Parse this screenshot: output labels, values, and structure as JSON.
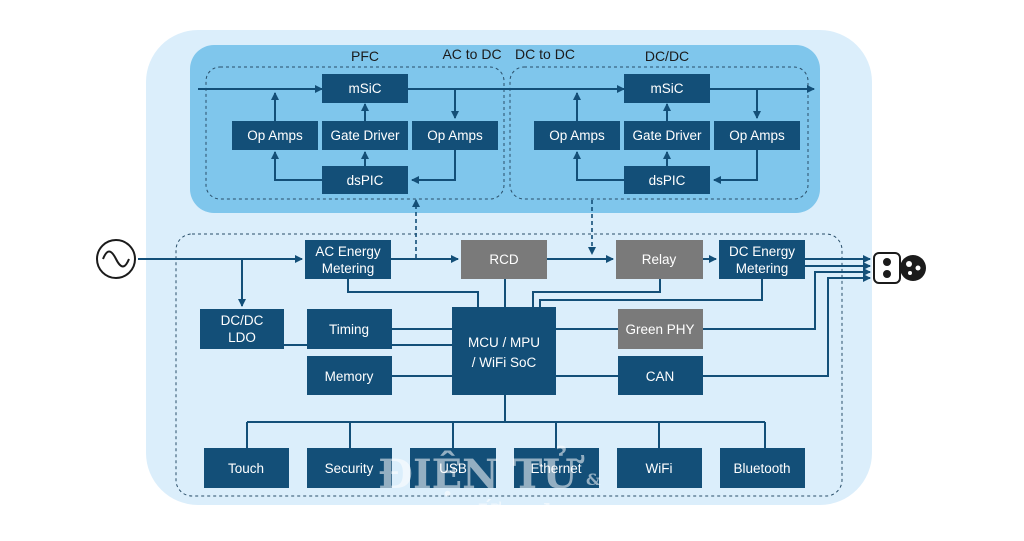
{
  "headers": {
    "pfc": "PFC",
    "ac_to_dc": "AC to DC",
    "dc_to_dc": "DC to DC",
    "dcdc": "DC/DC"
  },
  "pfc": {
    "msic": "mSiC",
    "op_amps_left": "Op Amps",
    "gate_driver": "Gate Driver",
    "op_amps_right": "Op Amps",
    "dspic": "dsPIC"
  },
  "dcdc": {
    "msic": "mSiC",
    "op_amps_left": "Op Amps",
    "gate_driver": "Gate Driver",
    "op_amps_right": "Op Amps",
    "dspic": "dsPIC"
  },
  "blocks": {
    "ac_energy_1": "AC Energy",
    "ac_energy_2": "Metering",
    "rcd": "RCD",
    "relay": "Relay",
    "dc_energy_1": "DC Energy",
    "dc_energy_2": "Metering",
    "ldo_1": "DC/DC",
    "ldo_2": "LDO",
    "timing": "Timing",
    "memory": "Memory",
    "mcu_1": "MCU / MPU",
    "mcu_2": "/ WiFi SoC",
    "green_phy": "Green PHY",
    "can": "CAN"
  },
  "bottom": {
    "touch": "Touch",
    "security": "Security",
    "usb": "USB",
    "ethernet": "Ethernet",
    "wifi": "WiFi",
    "bluetooth": "Bluetooth"
  },
  "watermark": {
    "line1": "ĐIỆN TỬ",
    "line2": "Ứng dụng",
    "amp": "&"
  },
  "colors": {
    "outer_bg": "#dbeefb",
    "inner_bg": "#7fc6ec",
    "block": "#134f78",
    "gray_block": "#7a7a7a"
  },
  "icons": {
    "ac_source": "ac-source-icon",
    "ev_connector": "ev-connector-icon"
  }
}
